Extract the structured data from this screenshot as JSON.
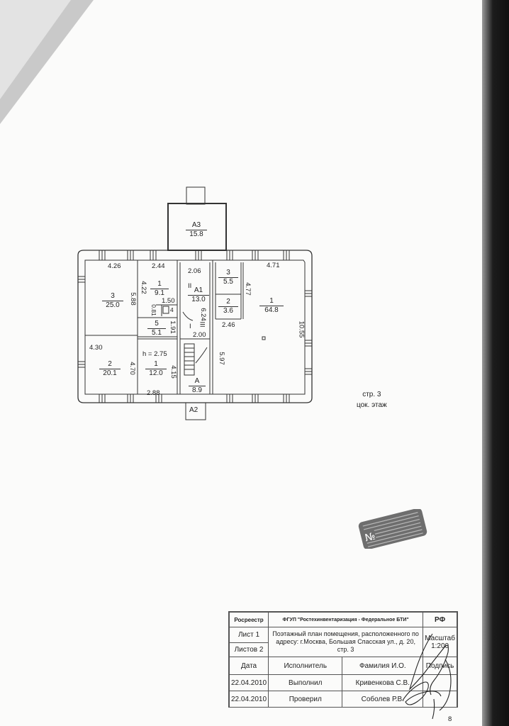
{
  "plan": {
    "rooms": [
      {
        "id": "A3",
        "num": "A3",
        "area": "15.8"
      },
      {
        "id": "room3-left",
        "num": "3",
        "area": "25.0"
      },
      {
        "id": "room1-mid",
        "num": "1",
        "area": "9.1"
      },
      {
        "id": "A1",
        "num": "A1",
        "area": "13.0"
      },
      {
        "id": "room3-right",
        "num": "3",
        "area": "5.5"
      },
      {
        "id": "room2-right",
        "num": "2",
        "area": "3.6"
      },
      {
        "id": "room1-big",
        "num": "1",
        "area": "64.8"
      },
      {
        "id": "room5",
        "num": "5",
        "area": "5.1"
      },
      {
        "id": "room2-left",
        "num": "2",
        "area": "20.1"
      },
      {
        "id": "room1-bottom",
        "num": "1",
        "area": "12.0"
      },
      {
        "id": "A",
        "num": "A",
        "area": "8.9"
      }
    ],
    "dims": {
      "d426": "4.26",
      "d244": "2.44",
      "d206": "2.06",
      "d471": "4.71",
      "d588": "5.88",
      "d422": "4.22",
      "d477": "4.77",
      "d150": "1.50",
      "d081": "0.81",
      "d4": "4",
      "d624": "6.24",
      "d246": "2.46",
      "d191": "1.91",
      "d200": "2.00",
      "d1055": "10.55",
      "d430": "4.30",
      "h275": "h = 2.75",
      "d470": "4.70",
      "d415": "4.15",
      "d597": "5.97",
      "d288": "2.88",
      "romanII": "II",
      "romanI": "I",
      "romanIII": "III",
      "A2": "A2"
    }
  },
  "caption": {
    "line1": "стр. 3",
    "line2": "цок. этаж"
  },
  "titleblock": {
    "registry": "Росреестр",
    "org": "ФГУП \"Ростехинвентаризация - Федеральное БТИ\"",
    "country": "РФ",
    "sheet": "Лист 1",
    "sheets": "Листов 2",
    "description": "Поэтажный план помещения, расположенного по адресу:  г.Москва, Большая Спасская ул., д. 20, стр. 3",
    "scale_label": "Масштаб",
    "scale": "1:200",
    "col_date": "Дата",
    "col_exec": "Исполнитель",
    "col_name": "Фамилия И.О.",
    "col_sign": "Подпись",
    "row1_date": "22.04.2010",
    "row1_role": "Выполнил",
    "row1_name": "Кривенкова С.В.",
    "row2_date": "22.04.2010",
    "row2_role": "Проверил",
    "row2_name": "Соболев Р.В."
  },
  "stamp_text": "№",
  "page_number": "8"
}
